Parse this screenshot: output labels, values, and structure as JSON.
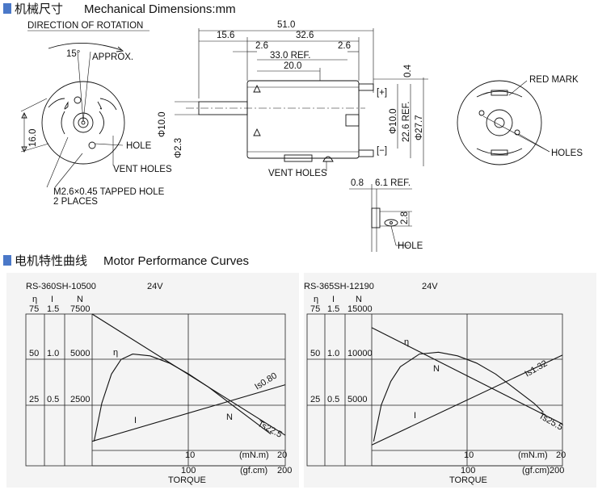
{
  "sections": {
    "dims_header_cn": "机械尺寸",
    "dims_header_en": "Mechanical Dimensions:mm",
    "perf_header_cn": "电机特性曲线",
    "perf_header_en": "Motor Performance Curves",
    "accent_color": "#4a78c8"
  },
  "drawing": {
    "direction_label": "DIRECTION OF ROTATION",
    "angle": "15°",
    "approx": "APPROX.",
    "dim_16": "16.0",
    "hole": "HOLE",
    "vent_holes_left": "VENT HOLES",
    "tapped_hole_1": "M2.6×0.45 TAPPED HOLE",
    "tapped_hole_2": "2 PLACES",
    "d51": "51.0",
    "d15_6": "15.6",
    "d32_6": "32.6",
    "d2_6a": "2.6",
    "d2_6b": "2.6",
    "d33_ref": "33.0 REF.",
    "d20": "20.0",
    "d0_4": "0.4",
    "phi10_left": "Φ10.0",
    "phi2_3": "Φ2.3",
    "phi10_right": "Φ10.0",
    "d22_6_ref": "22.6 REF.",
    "phi27_7": "Φ27.7",
    "plus": "[+]",
    "minus": "[−]",
    "vent_holes_mid": "VENT HOLES",
    "d0_8": "0.8",
    "d6_1_ref": "6.1 REF.",
    "d2_8": "2.8",
    "hole_terminal": "HOLE",
    "red_mark": "RED MARK",
    "holes_right": "HOLES"
  },
  "charts_text": [
    {
      "model": "RS-360SH-10500",
      "voltage": "24V",
      "col_eta": "η",
      "col_i": "I",
      "col_n": "N",
      "eta_ticks": [
        "75",
        "50",
        "25"
      ],
      "i_ticks": [
        "1.5",
        "1.0",
        "0.5"
      ],
      "n_ticks": [
        "7500",
        "5000",
        "2500"
      ],
      "x_mn_ticks": [
        "10",
        "20"
      ],
      "x_gf_ticks": [
        "100",
        "200"
      ],
      "x_mn_unit": "(mN.m)",
      "x_gf_unit": "(gf.cm)",
      "xlabel": "TORQUE",
      "lbl_eta": "η",
      "lbl_n": "N",
      "lbl_i": "I",
      "lbl_is": "Is0.80",
      "lbl_ts": "Ts22.5"
    },
    {
      "model": "RS-365SH-12190",
      "voltage": "24V",
      "col_eta": "η",
      "col_i": "I",
      "col_n": "N",
      "eta_ticks": [
        "75",
        "50",
        "25"
      ],
      "i_ticks": [
        "1.5",
        "1.0",
        "0.5"
      ],
      "n_ticks": [
        "15000",
        "10000",
        "5000"
      ],
      "x_mn_ticks": [
        "10",
        "20"
      ],
      "x_gf_ticks": [
        "100",
        "200"
      ],
      "x_mn_unit": "(mN.m)",
      "x_gf_unit": "(gf.cm)",
      "xlabel": "TORQUE",
      "lbl_eta": "η",
      "lbl_n": "N",
      "lbl_i": "I",
      "lbl_is": "Is1.32",
      "lbl_ts": "Ts25.5"
    }
  ],
  "chart_data": [
    {
      "type": "line",
      "title": "RS-360SH-10500",
      "subtitle": "24V",
      "xlabel": "TORQUE",
      "xunit": "mN.m",
      "xlim": [
        0,
        20
      ],
      "series": [
        {
          "name": "N",
          "x": [
            0,
            22.5
          ],
          "values": [
            7500,
            0
          ],
          "axis": "N",
          "ylim": [
            0,
            7500
          ]
        },
        {
          "name": "I",
          "x": [
            0,
            22.5
          ],
          "values": [
            0.1,
            0.8
          ],
          "axis": "I",
          "ylim": [
            0,
            1.5
          ]
        },
        {
          "name": "η",
          "x": [
            0.2,
            1,
            2,
            3,
            4.2,
            6,
            8,
            10,
            12,
            14,
            16,
            18.5
          ],
          "values": [
            5,
            26,
            42,
            50,
            53,
            52,
            48,
            42,
            35,
            27,
            19,
            9
          ],
          "axis": "η",
          "ylim": [
            0,
            75
          ]
        }
      ],
      "annotations": [
        "Is0.80",
        "Ts22.5"
      ]
    },
    {
      "type": "line",
      "title": "RS-365SH-12190",
      "subtitle": "24V",
      "xlabel": "TORQUE",
      "xunit": "mN.m",
      "xlim": [
        0,
        20
      ],
      "series": [
        {
          "name": "N",
          "x": [
            0,
            25.5
          ],
          "values": [
            13500,
            0
          ],
          "axis": "N",
          "ylim": [
            0,
            15000
          ]
        },
        {
          "name": "I",
          "x": [
            0,
            25.5
          ],
          "values": [
            0.06,
            1.32
          ],
          "axis": "I",
          "ylim": [
            0,
            1.5
          ]
        },
        {
          "name": "η",
          "x": [
            0.2,
            1,
            2,
            3,
            5,
            7,
            9,
            11,
            13,
            15,
            17,
            18
          ],
          "values": [
            5,
            25,
            38,
            46,
            53,
            54,
            52,
            48,
            42,
            34,
            26,
            21
          ],
          "axis": "η",
          "ylim": [
            0,
            75
          ]
        }
      ],
      "annotations": [
        "Is1.32",
        "Ts25.5"
      ]
    }
  ]
}
